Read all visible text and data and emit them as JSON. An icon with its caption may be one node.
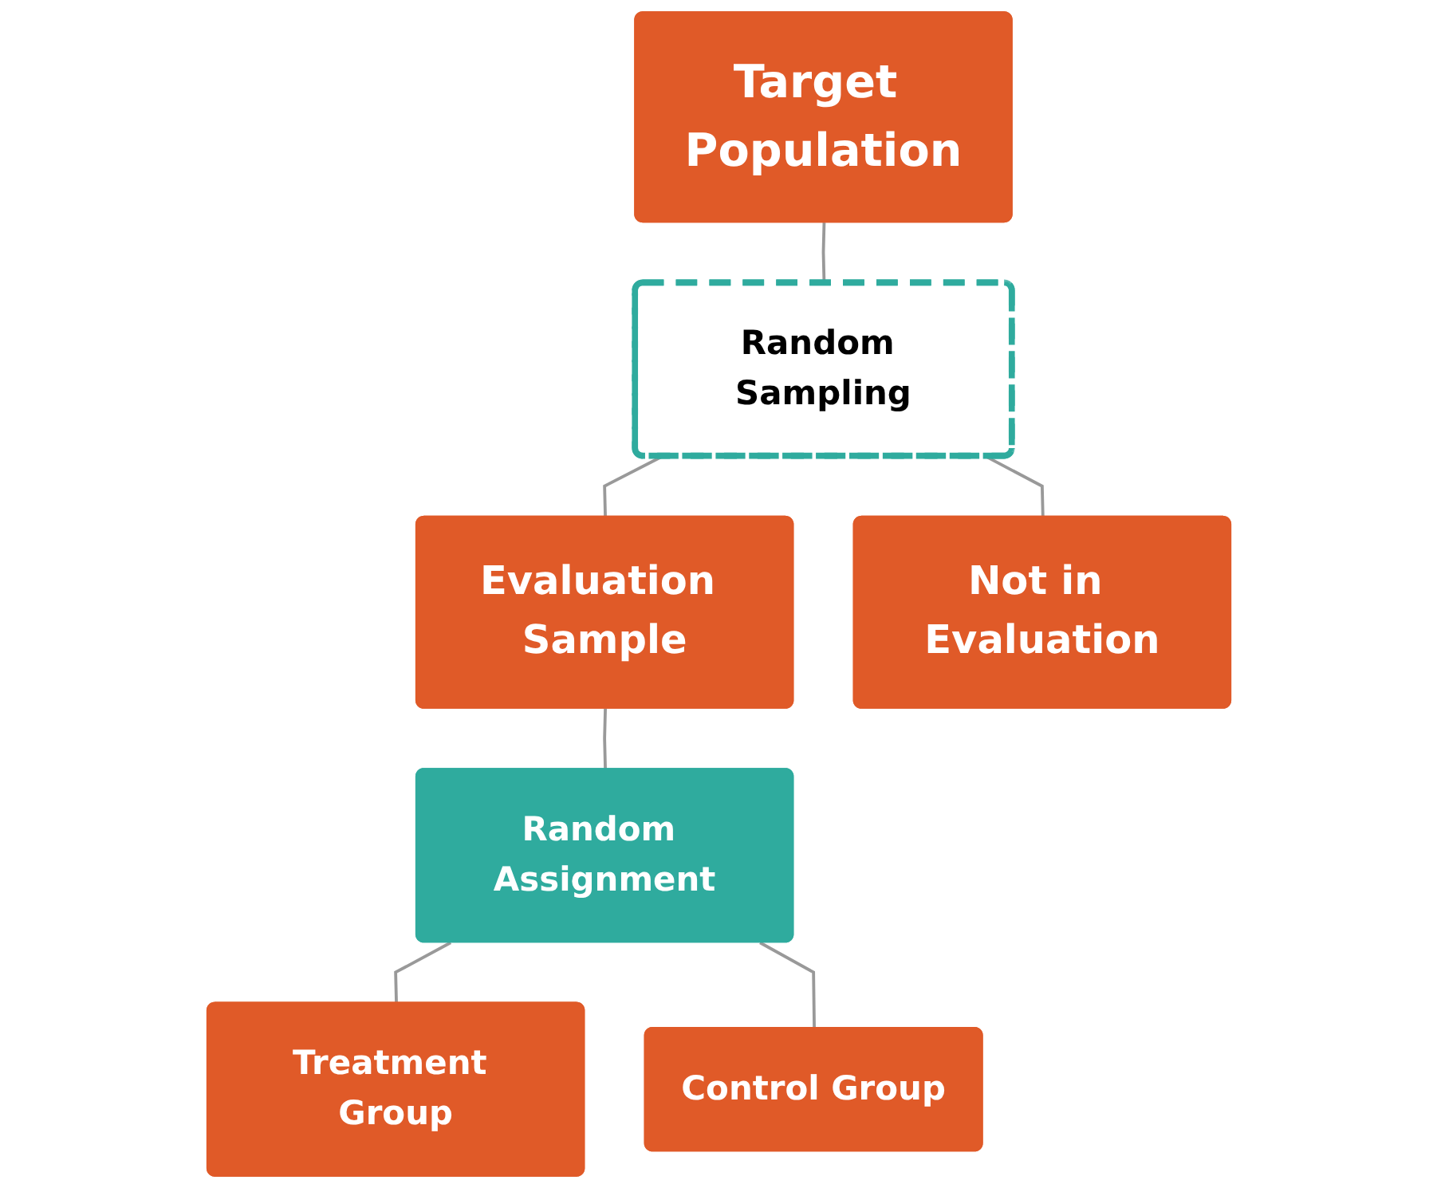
{
  "diagram": {
    "nodes": [
      {
        "text": [
          "Target Population"
        ]
      },
      {
        "text": [
          "Random Sampling"
        ]
      },
      {
        "text": [
          "Evaluation Sample"
        ]
      },
      {
        "text": [
          "Not in Evaluation"
        ]
      },
      {
        "text": [
          "Random Assignment"
        ]
      },
      {
        "text": [
          "Treatment Group"
        ]
      },
      {
        "text": [
          "Control Group"
        ]
      }
    ],
    "edges": [
      {
        "from": 0,
        "to": 1,
        "arrow": "none"
      },
      {
        "from": 1,
        "to": 2,
        "arrow": "none"
      },
      {
        "from": 1,
        "to": 3,
        "arrow": "none"
      },
      {
        "from": 2,
        "to": 4,
        "arrow": "none"
      },
      {
        "from": 4,
        "to": 5,
        "arrow": "none"
      },
      {
        "from": 4,
        "to": 6,
        "arrow": "none"
      }
    ]
  }
}
